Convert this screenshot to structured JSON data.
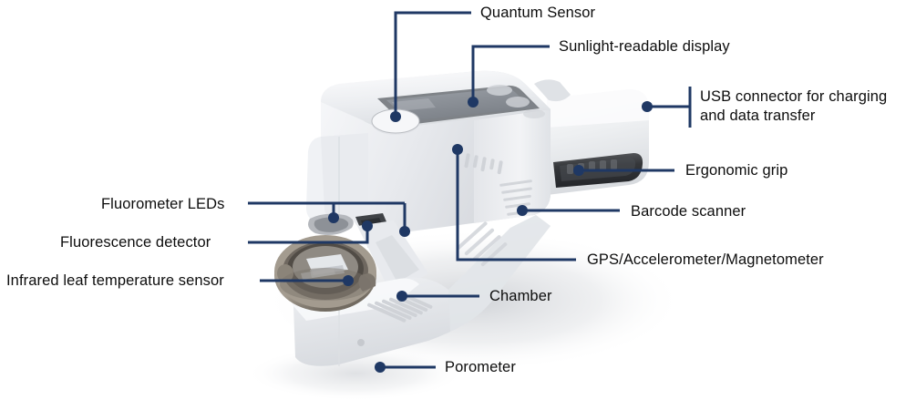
{
  "diagram": {
    "title": "Handheld photosynthesis / fluorometer instrument callout diagram",
    "background_color": "#ffffff",
    "leader_color": "#1f3864",
    "text_color": "#0d0d0d",
    "device": {
      "body_color": "#f2f3f5",
      "shadow_color": "#e9eaec",
      "display_color": "#8c9097",
      "display_bezel_color": "#6f7378",
      "grip_color": "#3a3c40",
      "chamber_metal_color": "#8d8377"
    },
    "callouts": [
      {
        "id": "quantum-sensor",
        "label": "Quantum Sensor"
      },
      {
        "id": "sunlight-readable-display",
        "label": "Sunlight-readable display"
      },
      {
        "id": "usb-connector",
        "label": "USB connector for charging and data transfer",
        "line1": "USB connector for charging",
        "line2": "and data transfer"
      },
      {
        "id": "ergonomic-grip",
        "label": "Ergonomic grip"
      },
      {
        "id": "barcode-scanner",
        "label": "Barcode scanner"
      },
      {
        "id": "gps-accelerometer-magnetometer",
        "label": "GPS/Accelerometer/Magnetometer"
      },
      {
        "id": "chamber",
        "label": "Chamber"
      },
      {
        "id": "porometer",
        "label": "Porometer"
      },
      {
        "id": "fluorometer-leds",
        "label": "Fluorometer LEDs"
      },
      {
        "id": "fluorescence-detector",
        "label": "Fluorescence detector"
      },
      {
        "id": "infrared-leaf-temperature-sensor",
        "label": "Infrared leaf temperature sensor"
      }
    ]
  }
}
